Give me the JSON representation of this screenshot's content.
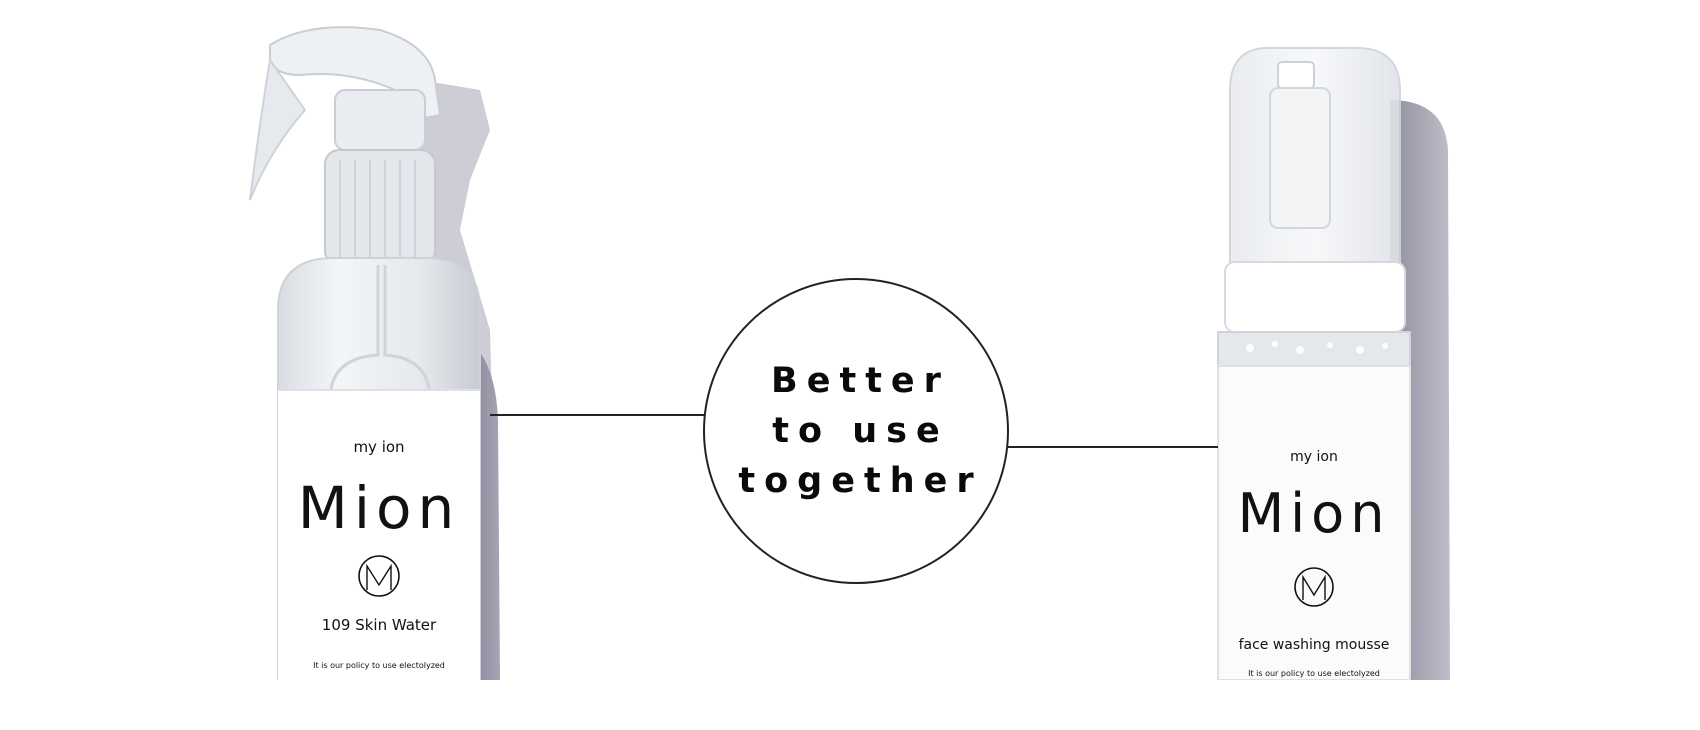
{
  "badge": {
    "lines": [
      "Better",
      "to use",
      "together"
    ]
  },
  "products": [
    {
      "brand_small": "my ion",
      "brand": "Mion",
      "logo_letter": "M",
      "product_name": "109 Skin Water",
      "fine_print": "It is our policy to use electolyzed"
    },
    {
      "brand_small": "my ion",
      "brand": "Mion",
      "logo_letter": "M",
      "product_name": "face washing mousse",
      "fine_print": "It is our policy to use electolyzed"
    }
  ],
  "colors": {
    "background": "#ffffff",
    "line": "#222222",
    "text": "#111111",
    "shadow": "#8e8c9c"
  }
}
